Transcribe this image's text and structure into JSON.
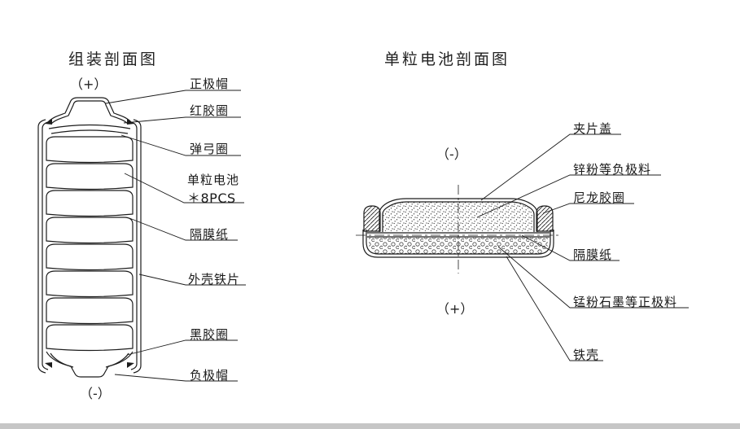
{
  "page": {
    "background": "#ffffff",
    "line_color": "#1c1c1c",
    "bottom_bar_color": "#c6c6c6"
  },
  "assembly_diagram": {
    "title": "组装剖面图",
    "polarity_top": "（+）",
    "polarity_bottom": "（-）",
    "labels": {
      "cap_positive": "正极帽",
      "red_ring": "红胶圈",
      "spring_ring": "弹弓圈",
      "single_cell": "单粒电池",
      "cell_count": "＊8PCS",
      "separator": "隔膜纸",
      "shell_plate": "外壳铁片",
      "black_ring": "黑胶圈",
      "cap_negative": "负极帽"
    }
  },
  "single_cell_diagram": {
    "title": "单粒电池剖面图",
    "polarity_top": "（-）",
    "polarity_bottom": "（+）",
    "labels": {
      "clip_cover": "夹片盖",
      "zinc_powder": "锌粉等负极料",
      "nylon_ring": "尼龙胶圈",
      "separator": "隔膜纸",
      "manganese_mix": "锰粉石墨等正极料",
      "iron_shell": "铁壳"
    }
  }
}
